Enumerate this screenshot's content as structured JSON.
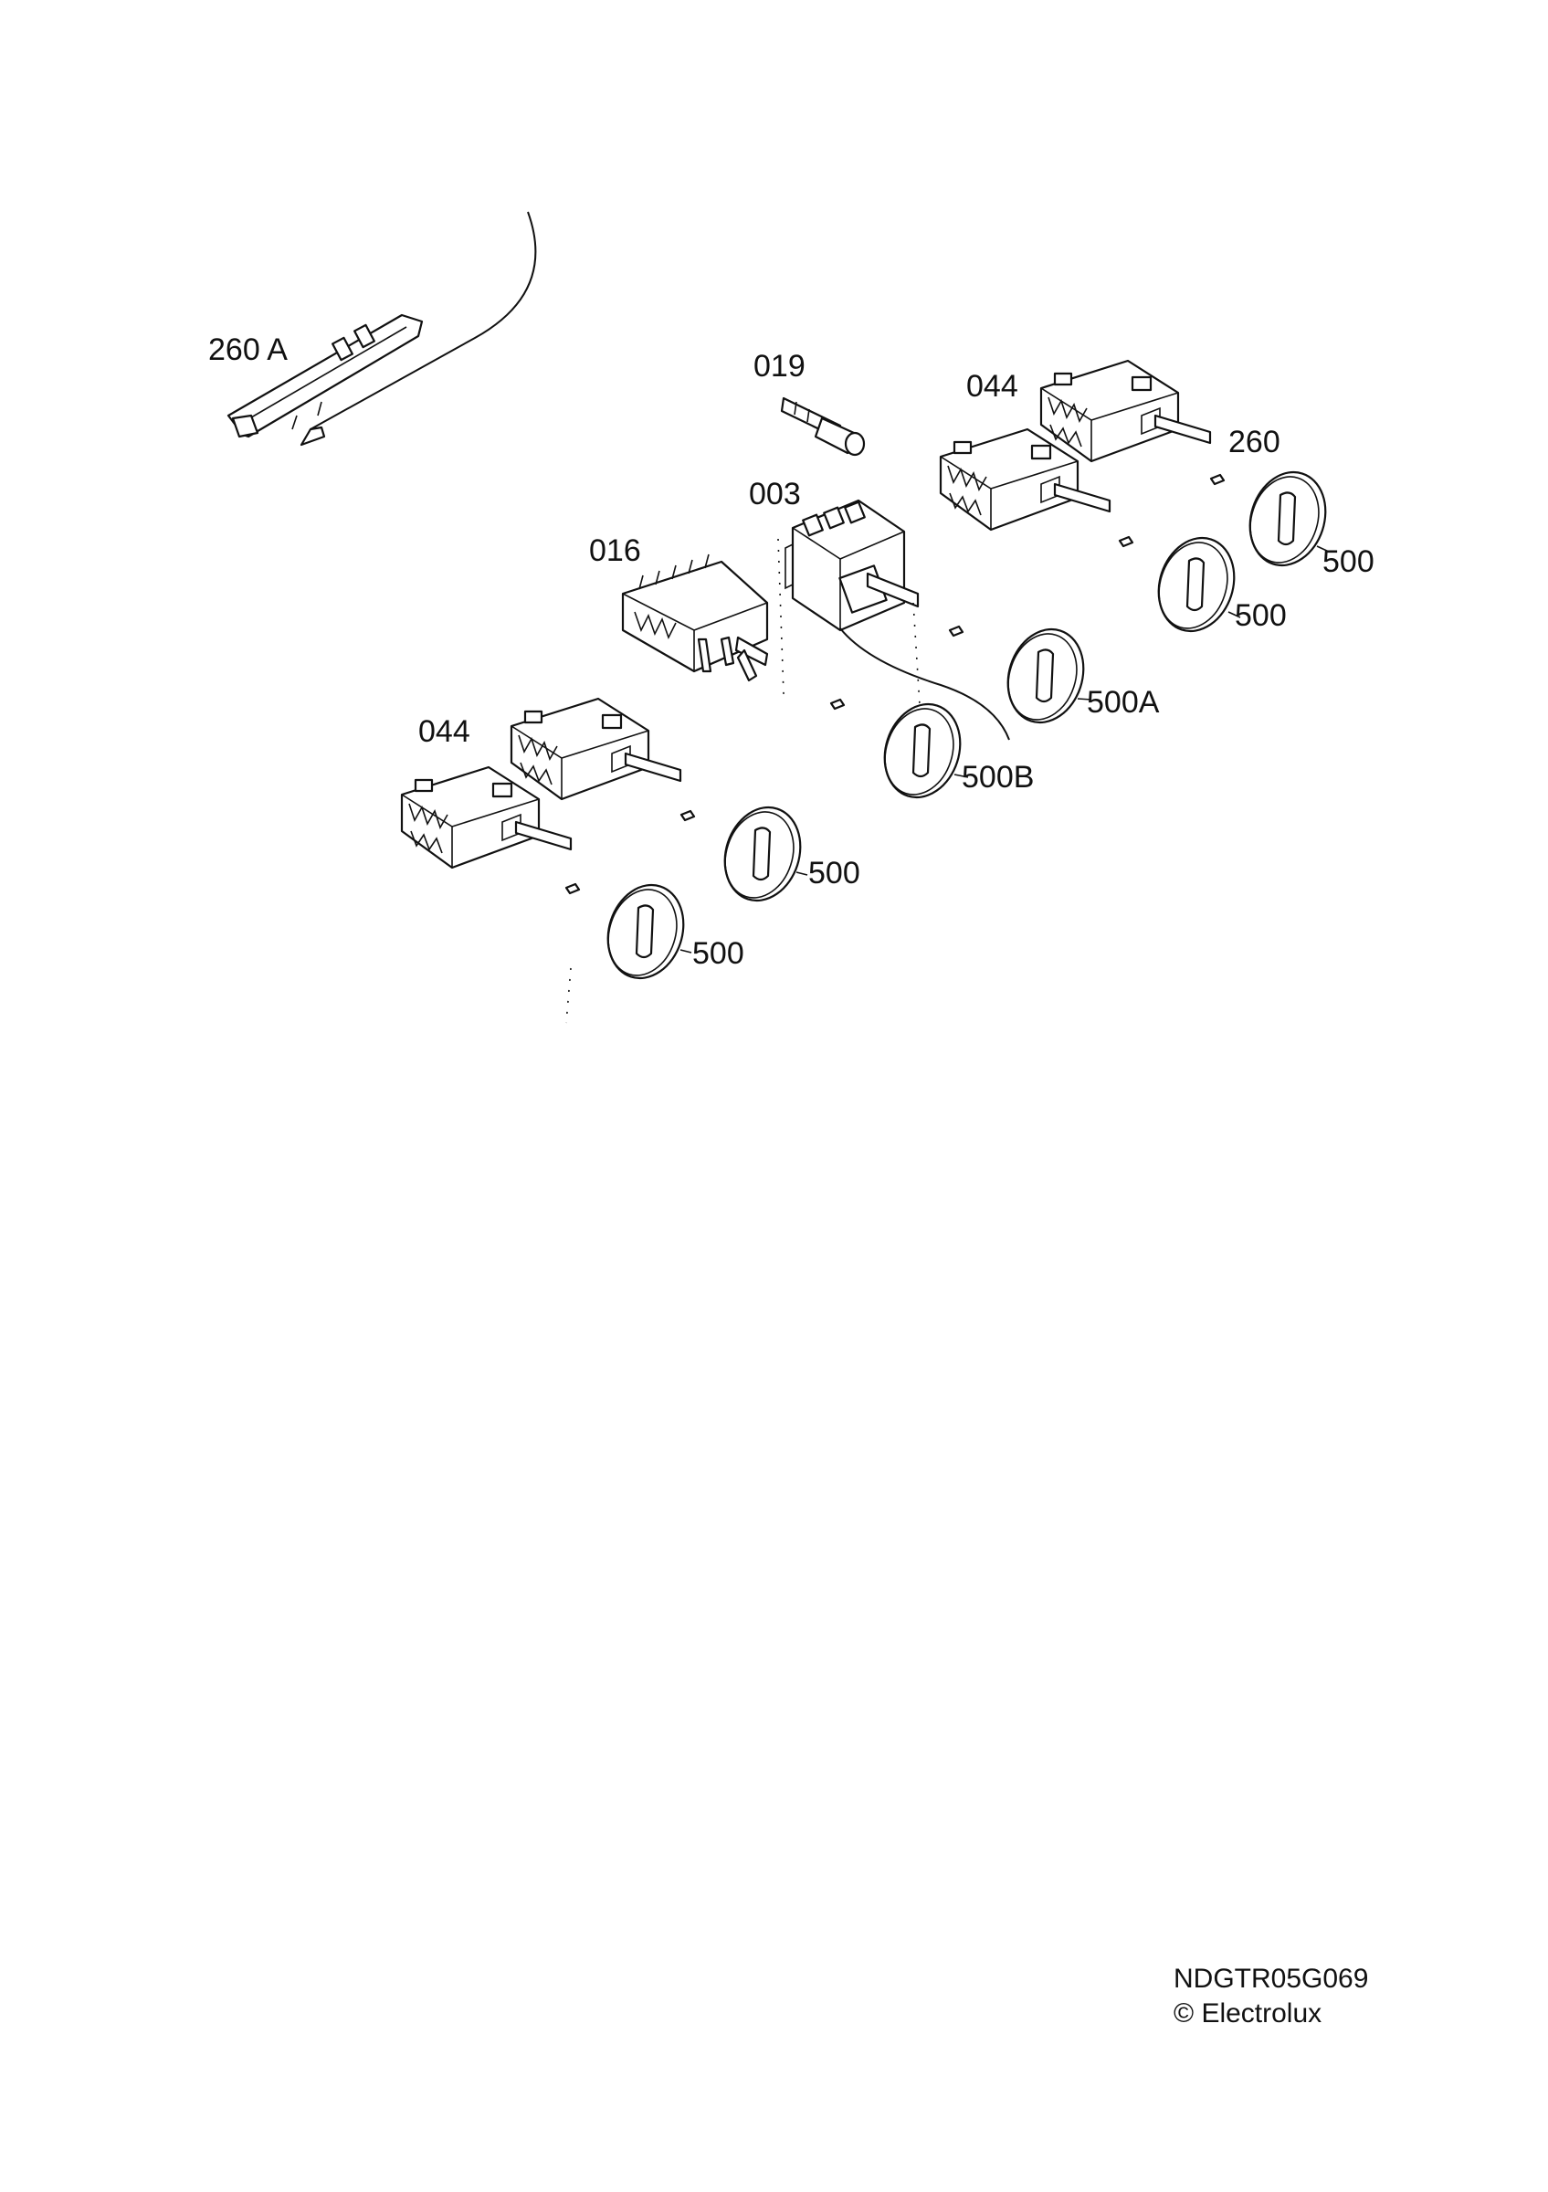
{
  "labels": {
    "bracket": "260 A",
    "lamp": "019",
    "switch_top": "044",
    "clip": "260",
    "thermostat": "003",
    "selector": "016",
    "knob_tr1": "500",
    "knob_tr2": "500",
    "knob_a": "500A",
    "knob_b": "500B",
    "switch_left": "044",
    "knob_bl1": "500",
    "knob_bl2": "500"
  },
  "footer": {
    "code": "NDGTR05G069",
    "copyright": "© Electrolux"
  }
}
